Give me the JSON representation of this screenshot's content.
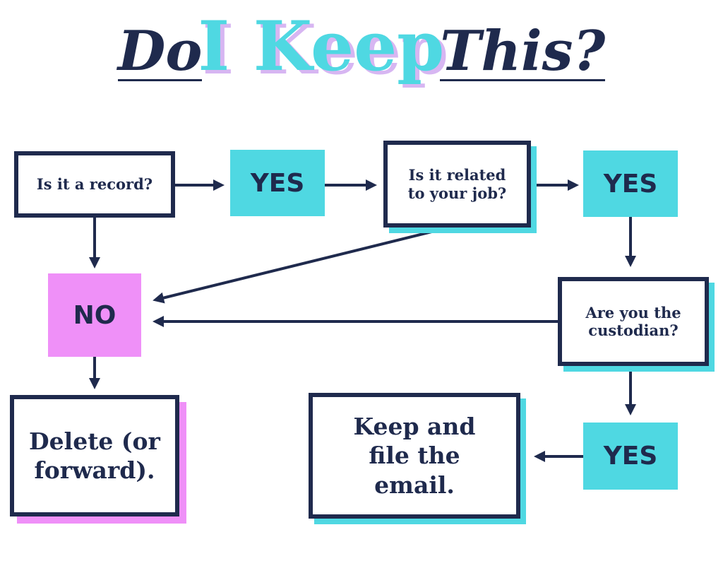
{
  "title": {
    "part1": "Do",
    "part2": "I Keep",
    "part3": "This?"
  },
  "nodes": {
    "is_record": "Is it a record?",
    "yes_1": "YES",
    "related_to_job": "Is it related to your job?",
    "yes_2": "YES",
    "no": "NO",
    "custodian": "Are you the custodian?",
    "delete": "Delete (or forward).",
    "keep_file": "Keep and file the email.",
    "yes_3": "YES"
  },
  "colors": {
    "navy": "#1f2a4d",
    "cyan": "#4fd8e2",
    "pink": "#ef90f8",
    "lavender": "#d7b6f2"
  }
}
